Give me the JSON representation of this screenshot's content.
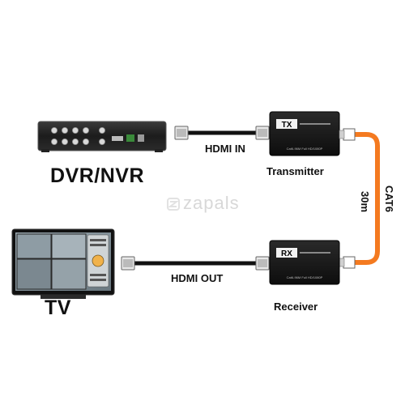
{
  "labels": {
    "dvr": "DVR/NVR",
    "tv": "TV",
    "hdmi_in": "HDMI IN",
    "hdmi_out": "HDMI OUT",
    "transmitter": "Transmitter",
    "receiver": "Receiver",
    "cat6": "CAT6",
    "length": "30m"
  },
  "devices": {
    "tx_badge": "TX",
    "rx_badge": "RX",
    "tx_spec": "Cat6-96M  Full HD/1080P",
    "rx_spec": "Cat6-96M  Full HD/1080P"
  },
  "watermark": "zapals",
  "colors": {
    "cat6_cable": "#f47a20",
    "hdmi_cable": "#111111",
    "device_body": "#141414"
  }
}
